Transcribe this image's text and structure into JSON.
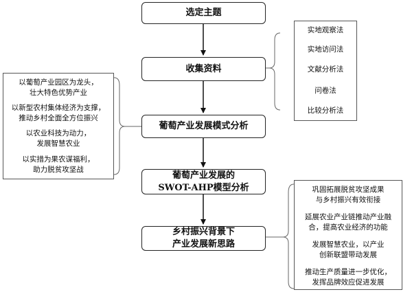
{
  "flow": {
    "step1": "选定主题",
    "step2": "收集资料",
    "step3": "葡萄产业发展模式分析",
    "step4_line1": "葡萄产业发展的",
    "step4_line2": "SWOT-AHP模型分析",
    "step5_line1": "乡村振兴背景下",
    "step5_line2": "产业发展新思路"
  },
  "methods": [
    "实地观察法",
    "实地访问法",
    "文献分析法",
    "问卷法",
    "比较分析法"
  ],
  "models": [
    {
      "line1": "以葡萄产业园区为龙头，",
      "line2": "壮大特色优势产业"
    },
    {
      "line1": "以新型农村集体经济为支撑，",
      "line2": "推动乡村全面全方位振兴"
    },
    {
      "line1": "以农业科技为动力，",
      "line2": "发展智慧农业"
    },
    {
      "line1": "以实措为果农谋福利，",
      "line2": "助力脱贫攻坚战"
    }
  ],
  "ideas": [
    {
      "line1": "巩固拓展脱贫攻坚成果",
      "line2": "与乡村振兴有效衔接"
    },
    {
      "line1": "延展农业产业链推动产业融",
      "line2": "合，提高农业经济的功能"
    },
    {
      "line1": "发展智慧农业，以产业",
      "line2": "创新联盟带动发展"
    },
    {
      "line1": "推动生产质量进一步优化，",
      "line2": "发挥品牌效应促进发展"
    }
  ]
}
